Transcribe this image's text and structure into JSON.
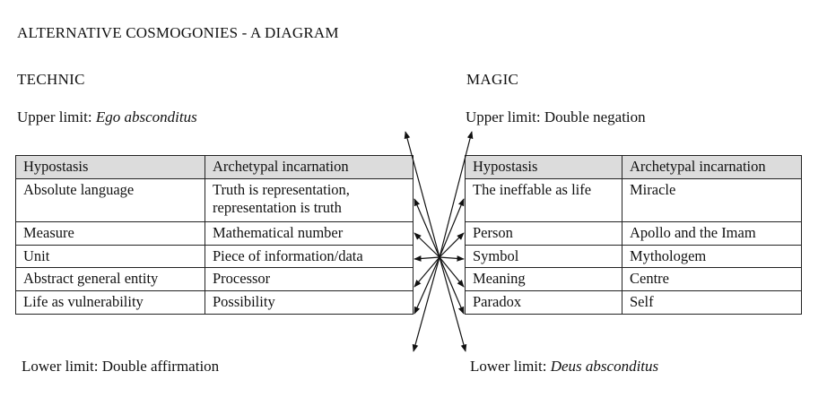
{
  "title": "ALTERNATIVE COSMOGONIES - A DIAGRAM",
  "technic": {
    "heading": "TECHNIC",
    "upper_prefix": "Upper limit: ",
    "upper_value": "Ego absconditus",
    "lower": "Lower limit: Double affirmation",
    "header": [
      "Hypostasis",
      "Archetypal incarnation"
    ],
    "rows": [
      [
        "Absolute language",
        "Truth is representation, representation is truth"
      ],
      [
        "Measure",
        "Mathematical number"
      ],
      [
        "Unit",
        "Piece of information/data"
      ],
      [
        "Abstract general entity",
        "Processor"
      ],
      [
        "Life as vulnerability",
        "Possibility"
      ]
    ]
  },
  "magic": {
    "heading": "MAGIC",
    "upper": "Upper limit: Double negation",
    "lower_prefix": "Lower limit: ",
    "lower_value": "Deus absconditus",
    "header": [
      "Hypostasis",
      "Archetypal incarnation"
    ],
    "rows": [
      [
        "The ineffable as life",
        "Miracle"
      ],
      [
        "Person",
        "Apollo and the Imam"
      ],
      [
        "Symbol",
        "Mythologem"
      ],
      [
        "Meaning",
        "Centre"
      ],
      [
        "Paradox",
        "Self"
      ]
    ]
  }
}
